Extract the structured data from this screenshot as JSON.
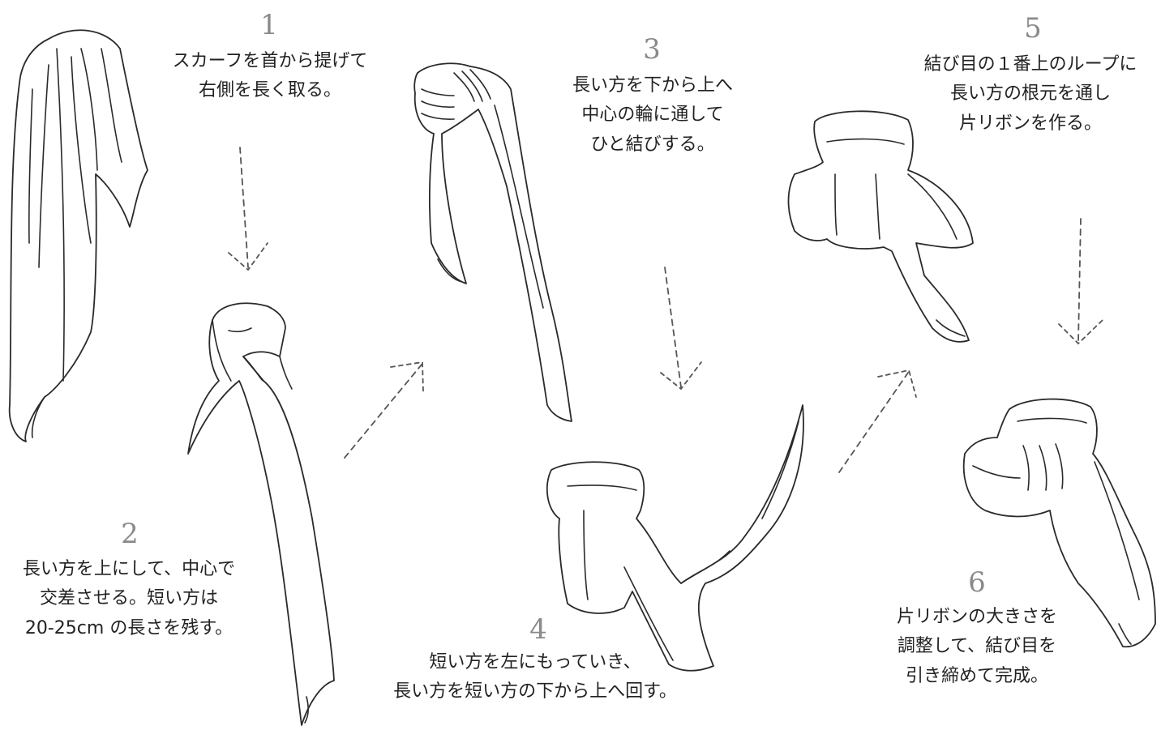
{
  "steps": [
    {
      "number": "1",
      "lines": [
        "スカーフを首から提げて",
        "右側を長く取る。"
      ]
    },
    {
      "number": "2",
      "lines": [
        "長い方を上にして、中心で",
        "交差させる。短い方は",
        "20-25cm の長さを残す。"
      ]
    },
    {
      "number": "3",
      "lines": [
        "長い方を下から上へ",
        "中心の輪に通して",
        "ひと結びする。"
      ]
    },
    {
      "number": "4",
      "lines": [
        "短い方を左にもっていき、",
        "長い方を短い方の下から上へ回す。"
      ]
    },
    {
      "number": "5",
      "lines": [
        "結び目の１番上のループに",
        "長い方の根元を通し",
        "片リボンを作る。"
      ]
    },
    {
      "number": "6",
      "lines": [
        "片リボンの大きさを",
        "調整して、結び目を",
        "引き締めて完成。"
      ]
    }
  ],
  "colors": {
    "line": "#2a2a2a",
    "arrow": "#555555",
    "number": "#8a8a8a"
  }
}
